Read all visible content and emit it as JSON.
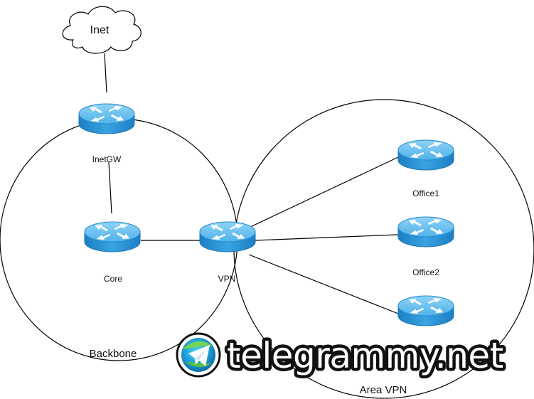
{
  "areas": [
    {
      "id": "backbone",
      "label": "Backbone"
    },
    {
      "id": "area-vpn",
      "label": "Area VPN"
    }
  ],
  "cloud": {
    "label": "Inet"
  },
  "nodes": [
    {
      "id": "inetgw",
      "label": "InetGW"
    },
    {
      "id": "core",
      "label": "Core"
    },
    {
      "id": "vpn",
      "label": "VPN"
    },
    {
      "id": "office1",
      "label": "Office1"
    },
    {
      "id": "office2",
      "label": "Office2"
    },
    {
      "id": "office3",
      "label": ""
    }
  ],
  "links": [
    [
      "cloud",
      "inetgw"
    ],
    [
      "inetgw",
      "core"
    ],
    [
      "core",
      "vpn"
    ],
    [
      "vpn",
      "office1"
    ],
    [
      "vpn",
      "office2"
    ],
    [
      "vpn",
      "office3"
    ]
  ],
  "watermark": {
    "text": "telegrammy.net"
  },
  "colors": {
    "router_top": "#6ec4f0",
    "router_body": "#2a93d8",
    "router_stroke": "#1f78b8",
    "line": "#000000"
  }
}
